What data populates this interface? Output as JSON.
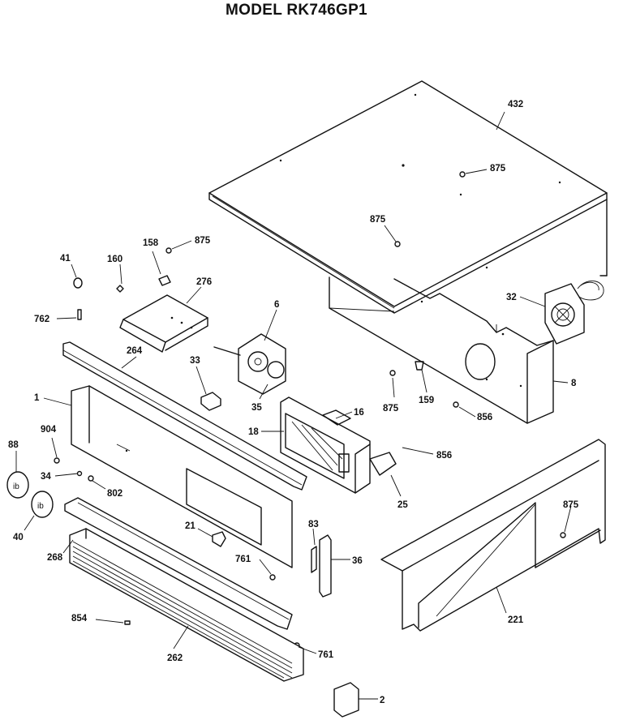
{
  "title": "MODEL RK746GP1",
  "callouts": {
    "c432": "432",
    "c875a": "875",
    "c875b": "875",
    "c875c": "875",
    "c875d": "875",
    "c875e": "875",
    "c41": "41",
    "c160": "160",
    "c158": "158",
    "c276": "276",
    "c762": "762",
    "c6": "6",
    "c32": "32",
    "c8": "8",
    "c264": "264",
    "c33": "33",
    "c1": "1",
    "c35": "35",
    "c16": "16",
    "c18": "18",
    "c159": "159",
    "c856a": "856",
    "c856b": "856",
    "c904": "904",
    "c88": "88",
    "c34": "34",
    "c802": "802",
    "c40": "40",
    "c25": "25",
    "c83": "83",
    "c21": "21",
    "c36": "36",
    "c268": "268",
    "c761a": "761",
    "c761b": "761",
    "c221": "221",
    "c854": "854",
    "c262": "262",
    "c2": "2"
  }
}
